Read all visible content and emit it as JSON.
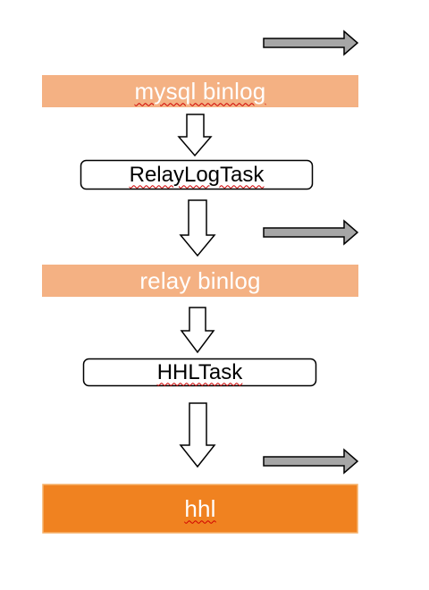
{
  "nodes": [
    {
      "id": "mysql_binlog",
      "label": "mysql binlog",
      "kind": "band"
    },
    {
      "id": "relaylogtask",
      "label": "RelayLogTask",
      "kind": "process"
    },
    {
      "id": "relay_binlog",
      "label": "relay binlog",
      "kind": "band"
    },
    {
      "id": "hhltask",
      "label": "HHLTask",
      "kind": "process"
    },
    {
      "id": "hhl",
      "label": "hhl",
      "kind": "band"
    }
  ],
  "colors": {
    "band_light": "#f4b183",
    "band_dark": "#f08220",
    "band_dark_border": "#f6b26b",
    "band_text": "#ffffff",
    "process_border": "#000000",
    "side_arrow_fill": "#a6a6a6",
    "side_arrow_stroke": "#000000",
    "spellcheck_squiggle": "#d00000"
  }
}
